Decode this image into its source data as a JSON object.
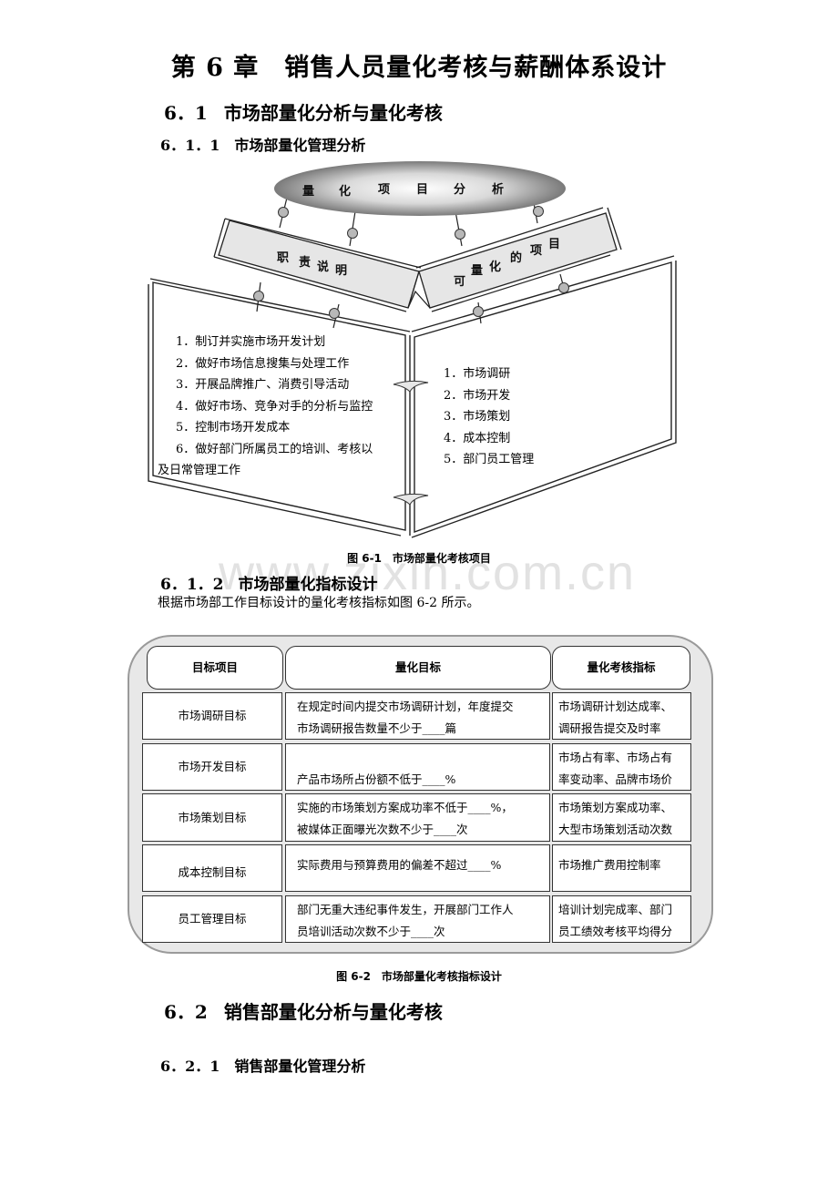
{
  "chapter": {
    "title": "第 6 章　销售人员量化考核与薪酬体系设计"
  },
  "sections": [
    {
      "number": "6．1",
      "title": "市场部量化分析与量化考核"
    },
    {
      "number": "6．1．1",
      "title": "市场部量化管理分析"
    },
    {
      "number": "6．1．2",
      "title": "市场部量化指标设计"
    },
    {
      "number": "6．2",
      "title": "销售部量化分析与量化考核"
    },
    {
      "number": "6．2．1",
      "title": "销售部量化管理分析"
    }
  ],
  "figure1": {
    "ellipse_label": [
      "量",
      "化",
      "项",
      "目",
      "分",
      "析"
    ],
    "left_tab_label": [
      "职",
      "责",
      "说",
      "明"
    ],
    "right_tab_label": [
      "可",
      "量",
      "化",
      "的",
      "项",
      "目"
    ],
    "left_items": [
      "1．制订并实施市场开发计划",
      "2．做好市场信息搜集与处理工作",
      "3．开展品牌推广、消费引导活动",
      "4．做好市场、竞争对手的分析与监控",
      "5．控制市场开发成本",
      "6．做好部门所属员工的培训、考核以",
      "及日常管理工作"
    ],
    "right_items": [
      "1．市场调研",
      "2．市场开发",
      "3．市场策划",
      "4．成本控制",
      "5．部门员工管理"
    ],
    "caption": "图 6-1　市场部量化考核项目"
  },
  "intro_text": "根据市场部工作目标设计的量化考核指标如图 6-2 所示。",
  "watermark": "www.zixin.com.cn",
  "figure2": {
    "headers": [
      "目标项目",
      "量化目标",
      "量化考核指标"
    ],
    "rows": [
      {
        "item": "市场调研目标",
        "goal": [
          "在规定时间内提交市场调研计划，年度提交",
          "市场调研报告数量不少于____篇"
        ],
        "indicator": [
          "市场调研计划达成率、",
          "调研报告提交及时率"
        ]
      },
      {
        "item": "市场开发目标",
        "goal": [
          "",
          "产品市场所占份额不低于____%"
        ],
        "indicator": [
          "市场占有率、市场占有",
          "率变动率、品牌市场价"
        ]
      },
      {
        "item": "市场策划目标",
        "goal": [
          "实施的市场策划方案成功率不低于____%，",
          "被媒体正面曝光次数不少于____次"
        ],
        "indicator": [
          "市场策划方案成功率、",
          "大型市场策划活动次数"
        ]
      },
      {
        "item": "成本控制目标",
        "goal": [
          "实际费用与预算费用的偏差不超过____%",
          ""
        ],
        "indicator": [
          "市场推广费用控制率",
          ""
        ]
      },
      {
        "item": "员工管理目标",
        "goal": [
          "部门无重大违纪事件发生，开展部门工作人",
          "员培训活动次数不少于____次"
        ],
        "indicator": [
          "培训计划完成率、部门",
          "员工绩效考核平均得分"
        ]
      }
    ],
    "caption": "图 6-2　市场部量化考核指标设计"
  },
  "colors": {
    "ellipse_dark": "#7a7a7a",
    "ellipse_light": "#ffffff",
    "tab_fill": "#e6e6e6",
    "table_bg": "#e8e8e8",
    "table_border": "#9a9a9a",
    "watermark": "#e2e2e2"
  }
}
